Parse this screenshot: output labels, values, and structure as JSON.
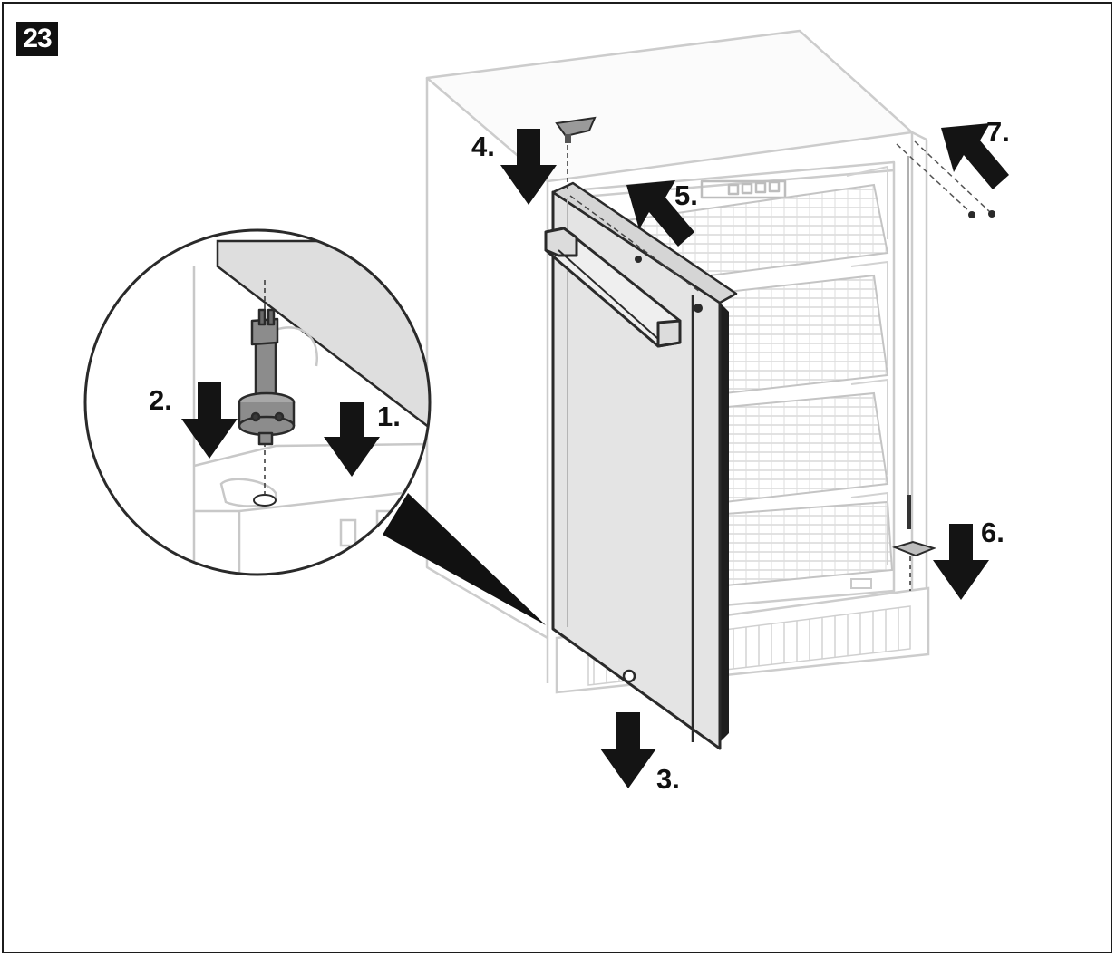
{
  "figure": {
    "step_number": "23",
    "colors": {
      "outline": "#c9c9c9",
      "door_fill": "#e6e6e6",
      "door_edge": "#2a2a2a",
      "arrow": "#141414",
      "hinge_pin": "#8a8a8a"
    },
    "steps": [
      "1.",
      "2.",
      "3.",
      "4.",
      "5.",
      "6.",
      "7."
    ]
  }
}
